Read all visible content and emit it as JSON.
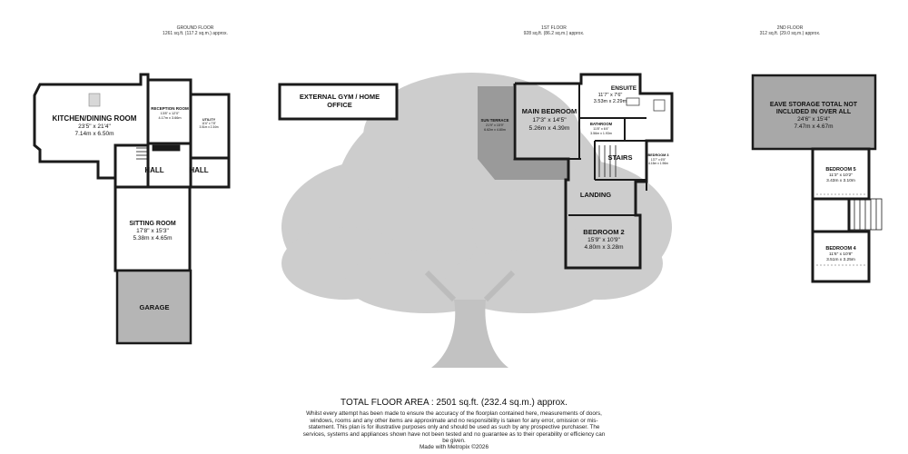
{
  "floors": {
    "ground": {
      "name": "GROUND FLOOR",
      "area": "1261 sq.ft. (117.2 sq.m.) approx."
    },
    "first": {
      "name": "1ST FLOOR",
      "area": "928 sq.ft. (86.2 sq.m.) approx."
    },
    "second": {
      "name": "2ND FLOOR",
      "area": "312 sq.ft. (29.0 sq.m.) approx."
    }
  },
  "rooms": {
    "kitchen": {
      "label": "KITCHEN/DINING ROOM",
      "imperial": "23'5\" x 21'4\"",
      "metric": "7.14m  x 6.50m"
    },
    "reception": {
      "label": "RECEPTION ROOM",
      "imperial": "13'8\" x 12'0\"",
      "metric": "4.17m x 3.66m"
    },
    "utility": {
      "label": "UTILITY",
      "imperial": "11'6\" x 7'8\"",
      "metric": "3.51m x 2.34m"
    },
    "hall1": {
      "label": "HALL"
    },
    "hall2": {
      "label": "HALL"
    },
    "sitting": {
      "label": "SITTING ROOM",
      "imperial": "17'8\" x 15'3\"",
      "metric": "5.38m  x 4.65m"
    },
    "garage": {
      "label": "GARAGE"
    },
    "gym": {
      "label1": "EXTERNAL GYM / HOME",
      "label2": "OFFICE"
    },
    "terrace": {
      "label": "SUN TERRACE",
      "imperial": "21'9\" x 15'9\"",
      "metric": "6.62m x 4.80m"
    },
    "main_bed": {
      "label": "MAIN BEDROOM",
      "imperial": "17'3\" x 14'5\"",
      "metric": "5.26m  x 4.39m"
    },
    "ensuite": {
      "label": "ENSUITE",
      "imperial": "11'7\" x 7'6\"",
      "metric": "3.53m  x 2.29m"
    },
    "bathroom": {
      "label": "BATHROOM",
      "imperial": "11'8\" x 6'4\"",
      "metric": "3.56m x 1.93m"
    },
    "stairs": {
      "label": "STAIRS"
    },
    "bedroom3": {
      "label": "BEDROOM 3",
      "imperial": "13'7\" x 6'5\"",
      "metric": "4.15m x 1.96m"
    },
    "landing": {
      "label": "LANDING"
    },
    "bedroom2": {
      "label": "BEDROOM 2",
      "imperial": "15'9\" x 10'9\"",
      "metric": "4.80m  x 3.28m"
    },
    "eave": {
      "line1": "EAVE STORAGE TOTAL NOT",
      "line2": "INCLUDED IN OVER ALL",
      "imperial": "24'6\" x 15'4\"",
      "metric": "7.47m  x 4.67m"
    },
    "bedroom5": {
      "label": "BEDROOM 5",
      "imperial": "11'3\" x 10'2\"",
      "metric": "3.43m  x 3.10m"
    },
    "bedroom4": {
      "label": "BEDROOM 4",
      "imperial": "11'6\" x 10'8\"",
      "metric": "3.51m  x 3.25m"
    }
  },
  "total_area": "TOTAL FLOOR AREA : 2501 sq.ft. (232.4 sq.m.) approx.",
  "disclaimer": "Whilst every attempt has been made to ensure the accuracy of the floorplan contained here, measurements of doors, windows, rooms and any other items are approximate and no responsibility is taken for any error, omission or mis-statement. This plan is for illustrative purposes only and should be used as such by any prospective purchaser. The services, systems and appliances shown have not been tested and no guarantee as to their operability or efficiency can be given.",
  "made_with": "Made with Metropix ©2026",
  "colors": {
    "wall": "#1a1a1a",
    "floor_fill": "#ffffff",
    "garage_fill": "#b5b5b5",
    "eave_fill": "#a8a8a8",
    "terrace_fill": "#9a9a9a",
    "tree": "#c9c9c9"
  }
}
